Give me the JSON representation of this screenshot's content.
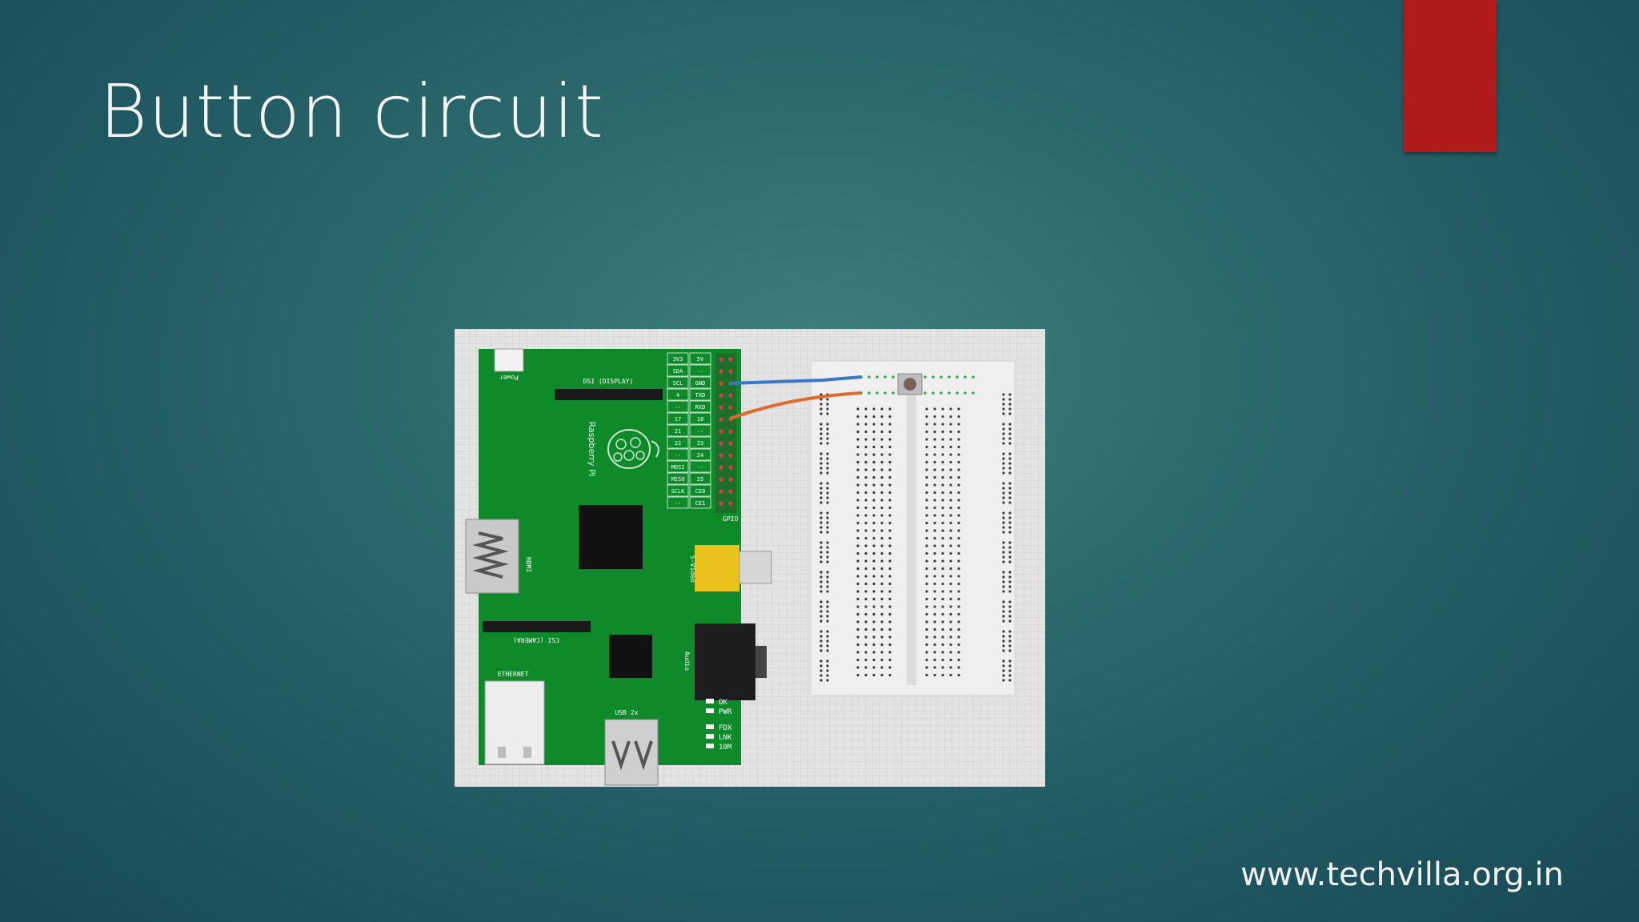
{
  "slide": {
    "title": "Button circuit",
    "footer": "www.techvilla.org.in",
    "accent_color": "#b01a1a"
  },
  "board": {
    "name": "Raspberry Pi",
    "labels": {
      "power": "Power",
      "dsi": "DSI (DISPLAY)",
      "hdmi": "HDMI",
      "csi": "CSI (CAMERA)",
      "ethernet": "ETHERNET",
      "usb": "USB 2x",
      "svideo": "S-Video",
      "audio": "Audio",
      "gpio": "GPIO"
    },
    "gpio_pins": [
      [
        "3V3",
        "5V"
      ],
      [
        "SDA",
        "--"
      ],
      [
        "SCL",
        "GND"
      ],
      [
        "4",
        "TXD"
      ],
      [
        "--",
        "RXD"
      ],
      [
        "17",
        "18"
      ],
      [
        "21",
        "--"
      ],
      [
        "22",
        "23"
      ],
      [
        "--",
        "24"
      ],
      [
        "MOSI",
        "--"
      ],
      [
        "MISO",
        "25"
      ],
      [
        "SCLK",
        "CE0"
      ],
      [
        "--",
        "CE1"
      ]
    ],
    "leds": [
      "OK",
      "PWR",
      "FDX",
      "LNK",
      "10M"
    ],
    "colors": {
      "pcb": "#0e8a2a",
      "composite": "#e8c21a"
    }
  },
  "wires": [
    {
      "color": "#3b77c9"
    },
    {
      "color": "#e06a2c"
    }
  ]
}
